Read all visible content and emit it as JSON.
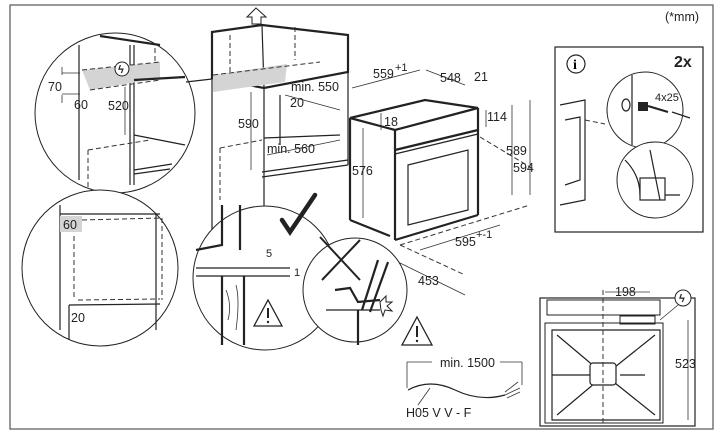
{
  "diagram": {
    "title": "Built-in oven installation dimensions",
    "unit_note": "(*mm)",
    "cabinet_detail": {
      "height_box": "70",
      "depth": "60",
      "height": "520"
    },
    "niche": {
      "height": "590",
      "width_min": "min. 550",
      "back_gap": "20",
      "depth_min": "min. 560"
    },
    "oven": {
      "width_top": "559",
      "width_top_tol": "+1",
      "depth": "548",
      "door_thickness": "21",
      "top_offset": "18",
      "panel_height": "114",
      "body_height": "576",
      "height_a": "589",
      "height_b": "594",
      "front_width": "595",
      "front_width_tol": "+-1",
      "base_depth": "453"
    },
    "side_detail": {
      "gap_box": "60",
      "side_gap": "20"
    },
    "correct_detail": {
      "gap_top": "5",
      "gap_bottom": "1"
    },
    "info_panel": {
      "info_symbol": "i",
      "quantity": "2x",
      "screw": "4x25"
    },
    "cable": {
      "length": "min. 1500",
      "type": "H05 V V - F"
    },
    "rear_view": {
      "socket_offset": "198",
      "socket_height": "523"
    }
  }
}
